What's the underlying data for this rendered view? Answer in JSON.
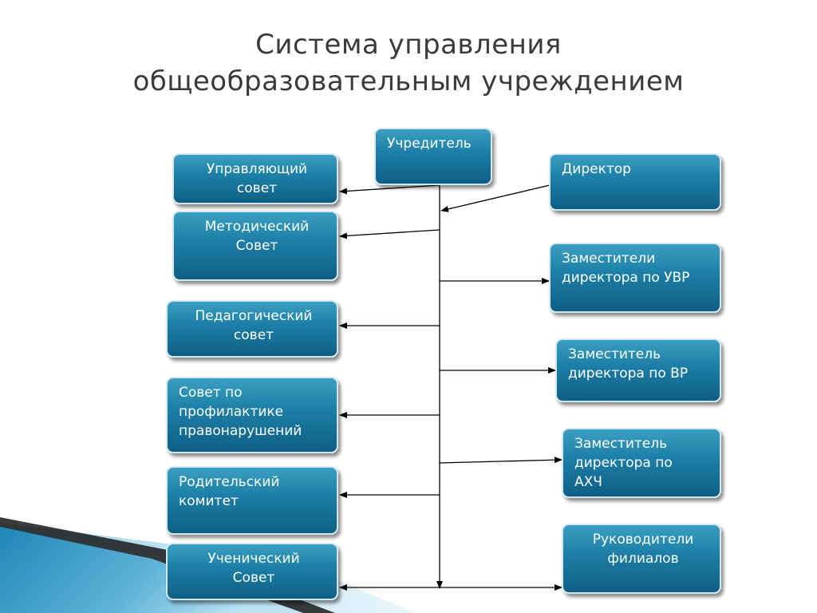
{
  "title": {
    "line1": "Система управления",
    "line2": "общеобразовательным учреждением"
  },
  "nodes": {
    "founder": "Учредитель",
    "director": "Директор",
    "governing_council": "Управляющий\nсовет",
    "methodical_council": "Методический\nСовет",
    "pedagogical_council": "Педагогический\nсовет",
    "prevention_council": "Совет по\nпрофилактике\nправонарушений",
    "parents_committee": "Родительский\nкомитет",
    "student_council": "Ученический\nСовет",
    "deputies_uvr": "Заместители\nдиректора по УВР",
    "deputy_vr": "Заместитель\nдиректора по ВР",
    "deputy_ahch": "Заместитель\nдиректора по\nАХЧ",
    "branch_heads": "Руководители\nфилиалов"
  },
  "colors": {
    "box_top": "#3aa0c2",
    "box_bottom": "#0e5f86",
    "title": "#3a3a3a",
    "connector": "#000000",
    "wedge": "#1f86b8"
  }
}
